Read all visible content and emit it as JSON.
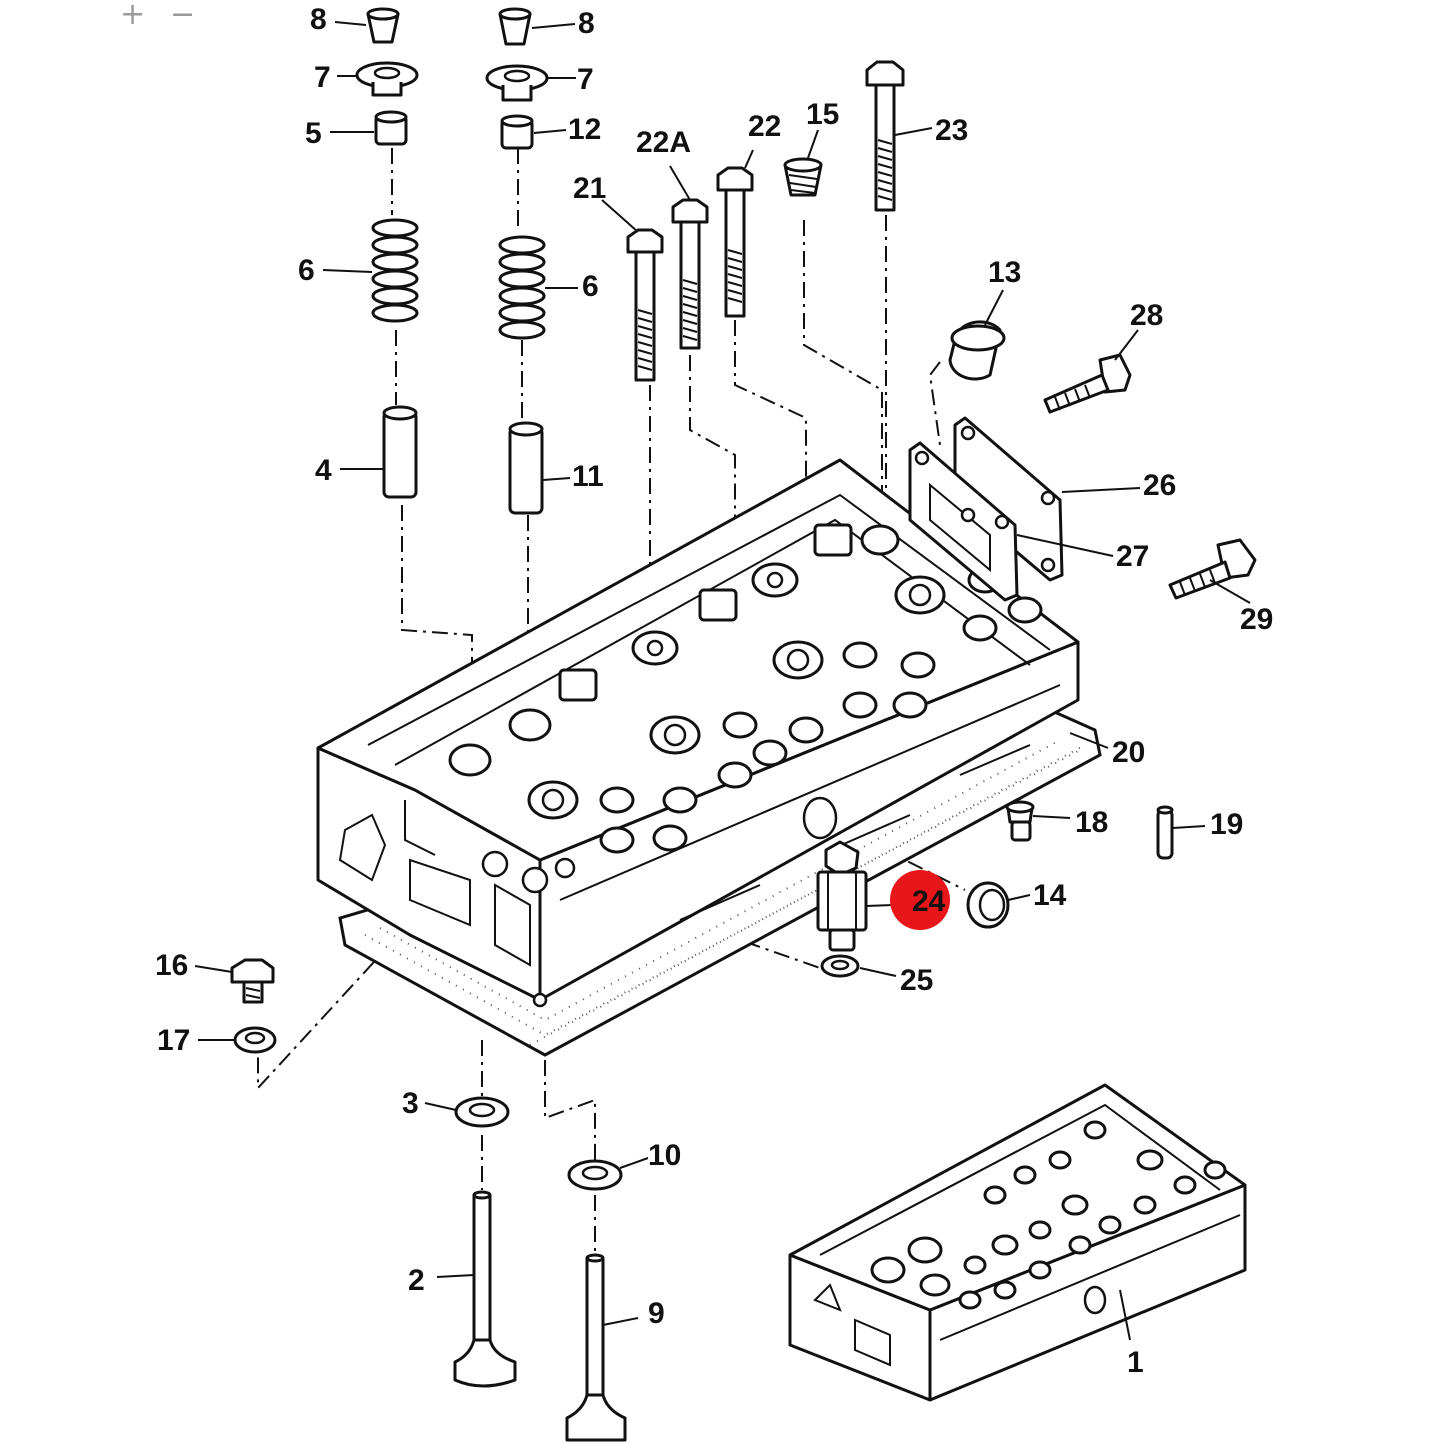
{
  "zoom": {
    "in_label": "+",
    "out_label": "−"
  },
  "highlight": {
    "color": "#e8161b",
    "label": "24"
  },
  "callouts": {
    "p8a": "8",
    "p8b": "8",
    "p7a": "7",
    "p7b": "7",
    "p5": "5",
    "p12": "12",
    "p6a": "6",
    "p6b": "6",
    "p4": "4",
    "p11": "11",
    "p21": "21",
    "p22a": "22A",
    "p22": "22",
    "p15": "15",
    "p23": "23",
    "p13": "13",
    "p28": "28",
    "p26": "26",
    "p27": "27",
    "p29": "29",
    "p20": "20",
    "p18": "18",
    "p19": "19",
    "p14": "14",
    "p25": "25",
    "p16": "16",
    "p17": "17",
    "p3": "3",
    "p10": "10",
    "p2": "2",
    "p9": "9",
    "p1": "1"
  }
}
